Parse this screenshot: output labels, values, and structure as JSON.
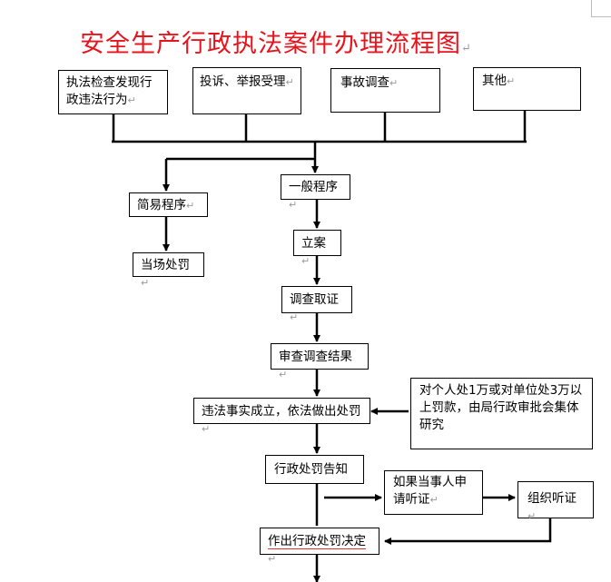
{
  "title": "安全生产行政执法案件办理流程图",
  "para_mark": "↵",
  "sources": [
    "执法检查发现行政违法行为",
    "投诉、举报受理",
    "事故调查",
    "其他"
  ],
  "simple_procedure": "简易程序",
  "on_site_penalty": "当场处罚",
  "general_procedure": "一般程序",
  "file_case": "立案",
  "investigation": "调查取证",
  "review_results": "审查调查结果",
  "violation_established": "违法事实成立，依法做出处罚",
  "collective_review_note": "对个人处1万或对单位处3万以上罚款，由局行政审批会集体研究",
  "penalty_notice": "行政处罚告知",
  "hearing_request": "如果当事人申请听证",
  "organize_hearing": "组织听证",
  "penalty_decision": "作出行政处罚决定",
  "colors": {
    "title": "#e8141d",
    "line": "#000000",
    "para_mark": "#9a9a9a"
  }
}
